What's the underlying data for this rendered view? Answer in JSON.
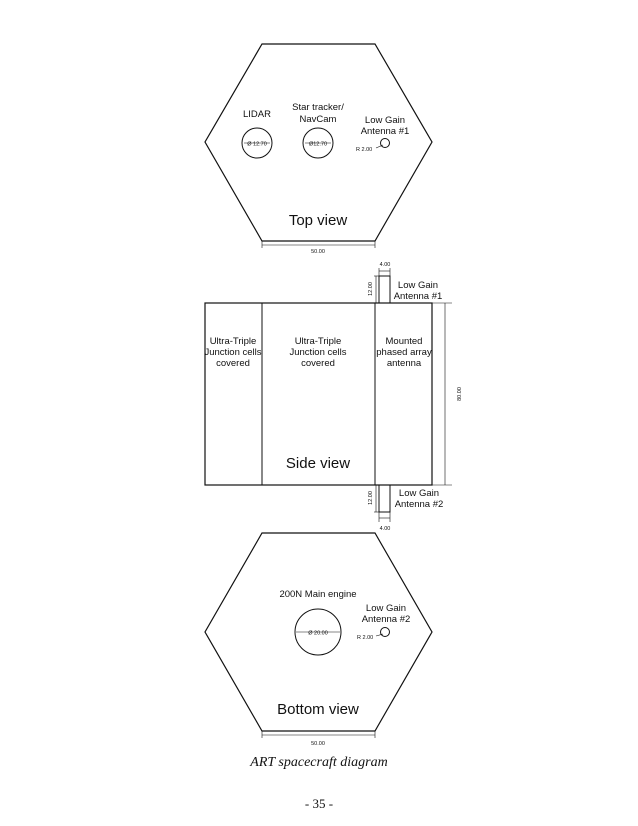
{
  "top_view": {
    "title": "Top view",
    "lidar_label": "LIDAR",
    "lidar_dim": "Ø 12.70",
    "star_tracker_label": [
      "Star tracker/",
      "NavCam"
    ],
    "star_tracker_dim": "Ø12.70",
    "antenna_label": [
      "Low Gain",
      "Antenna #1"
    ],
    "antenna_dim": "R 2.00",
    "width_dim": "50.00"
  },
  "side_view": {
    "title": "Side view",
    "panel_1": [
      "Ultra-Triple",
      "Junction cells",
      "covered"
    ],
    "panel_2": [
      "Ultra-Triple",
      "Junction cells",
      "covered"
    ],
    "panel_3": [
      "Mounted",
      "phased array",
      "antenna"
    ],
    "height_dim": "80.00",
    "antenna_1_label": [
      "Low Gain",
      "Antenna #1"
    ],
    "antenna_1_width": "4.00",
    "antenna_1_height": "12.00",
    "antenna_2_label": [
      "Low Gain",
      "Antenna #2"
    ],
    "antenna_2_width": "4.00",
    "antenna_2_height": "12.00"
  },
  "bottom_view": {
    "title": "Bottom view",
    "engine_label": "200N Main engine",
    "engine_dim": "Ø 20.00",
    "antenna_label": [
      "Low Gain",
      "Antenna #2"
    ],
    "antenna_dim": "R 2.00",
    "width_dim": "50.00"
  },
  "caption": "ART spacecraft diagram",
  "page_number": "- 35 -"
}
